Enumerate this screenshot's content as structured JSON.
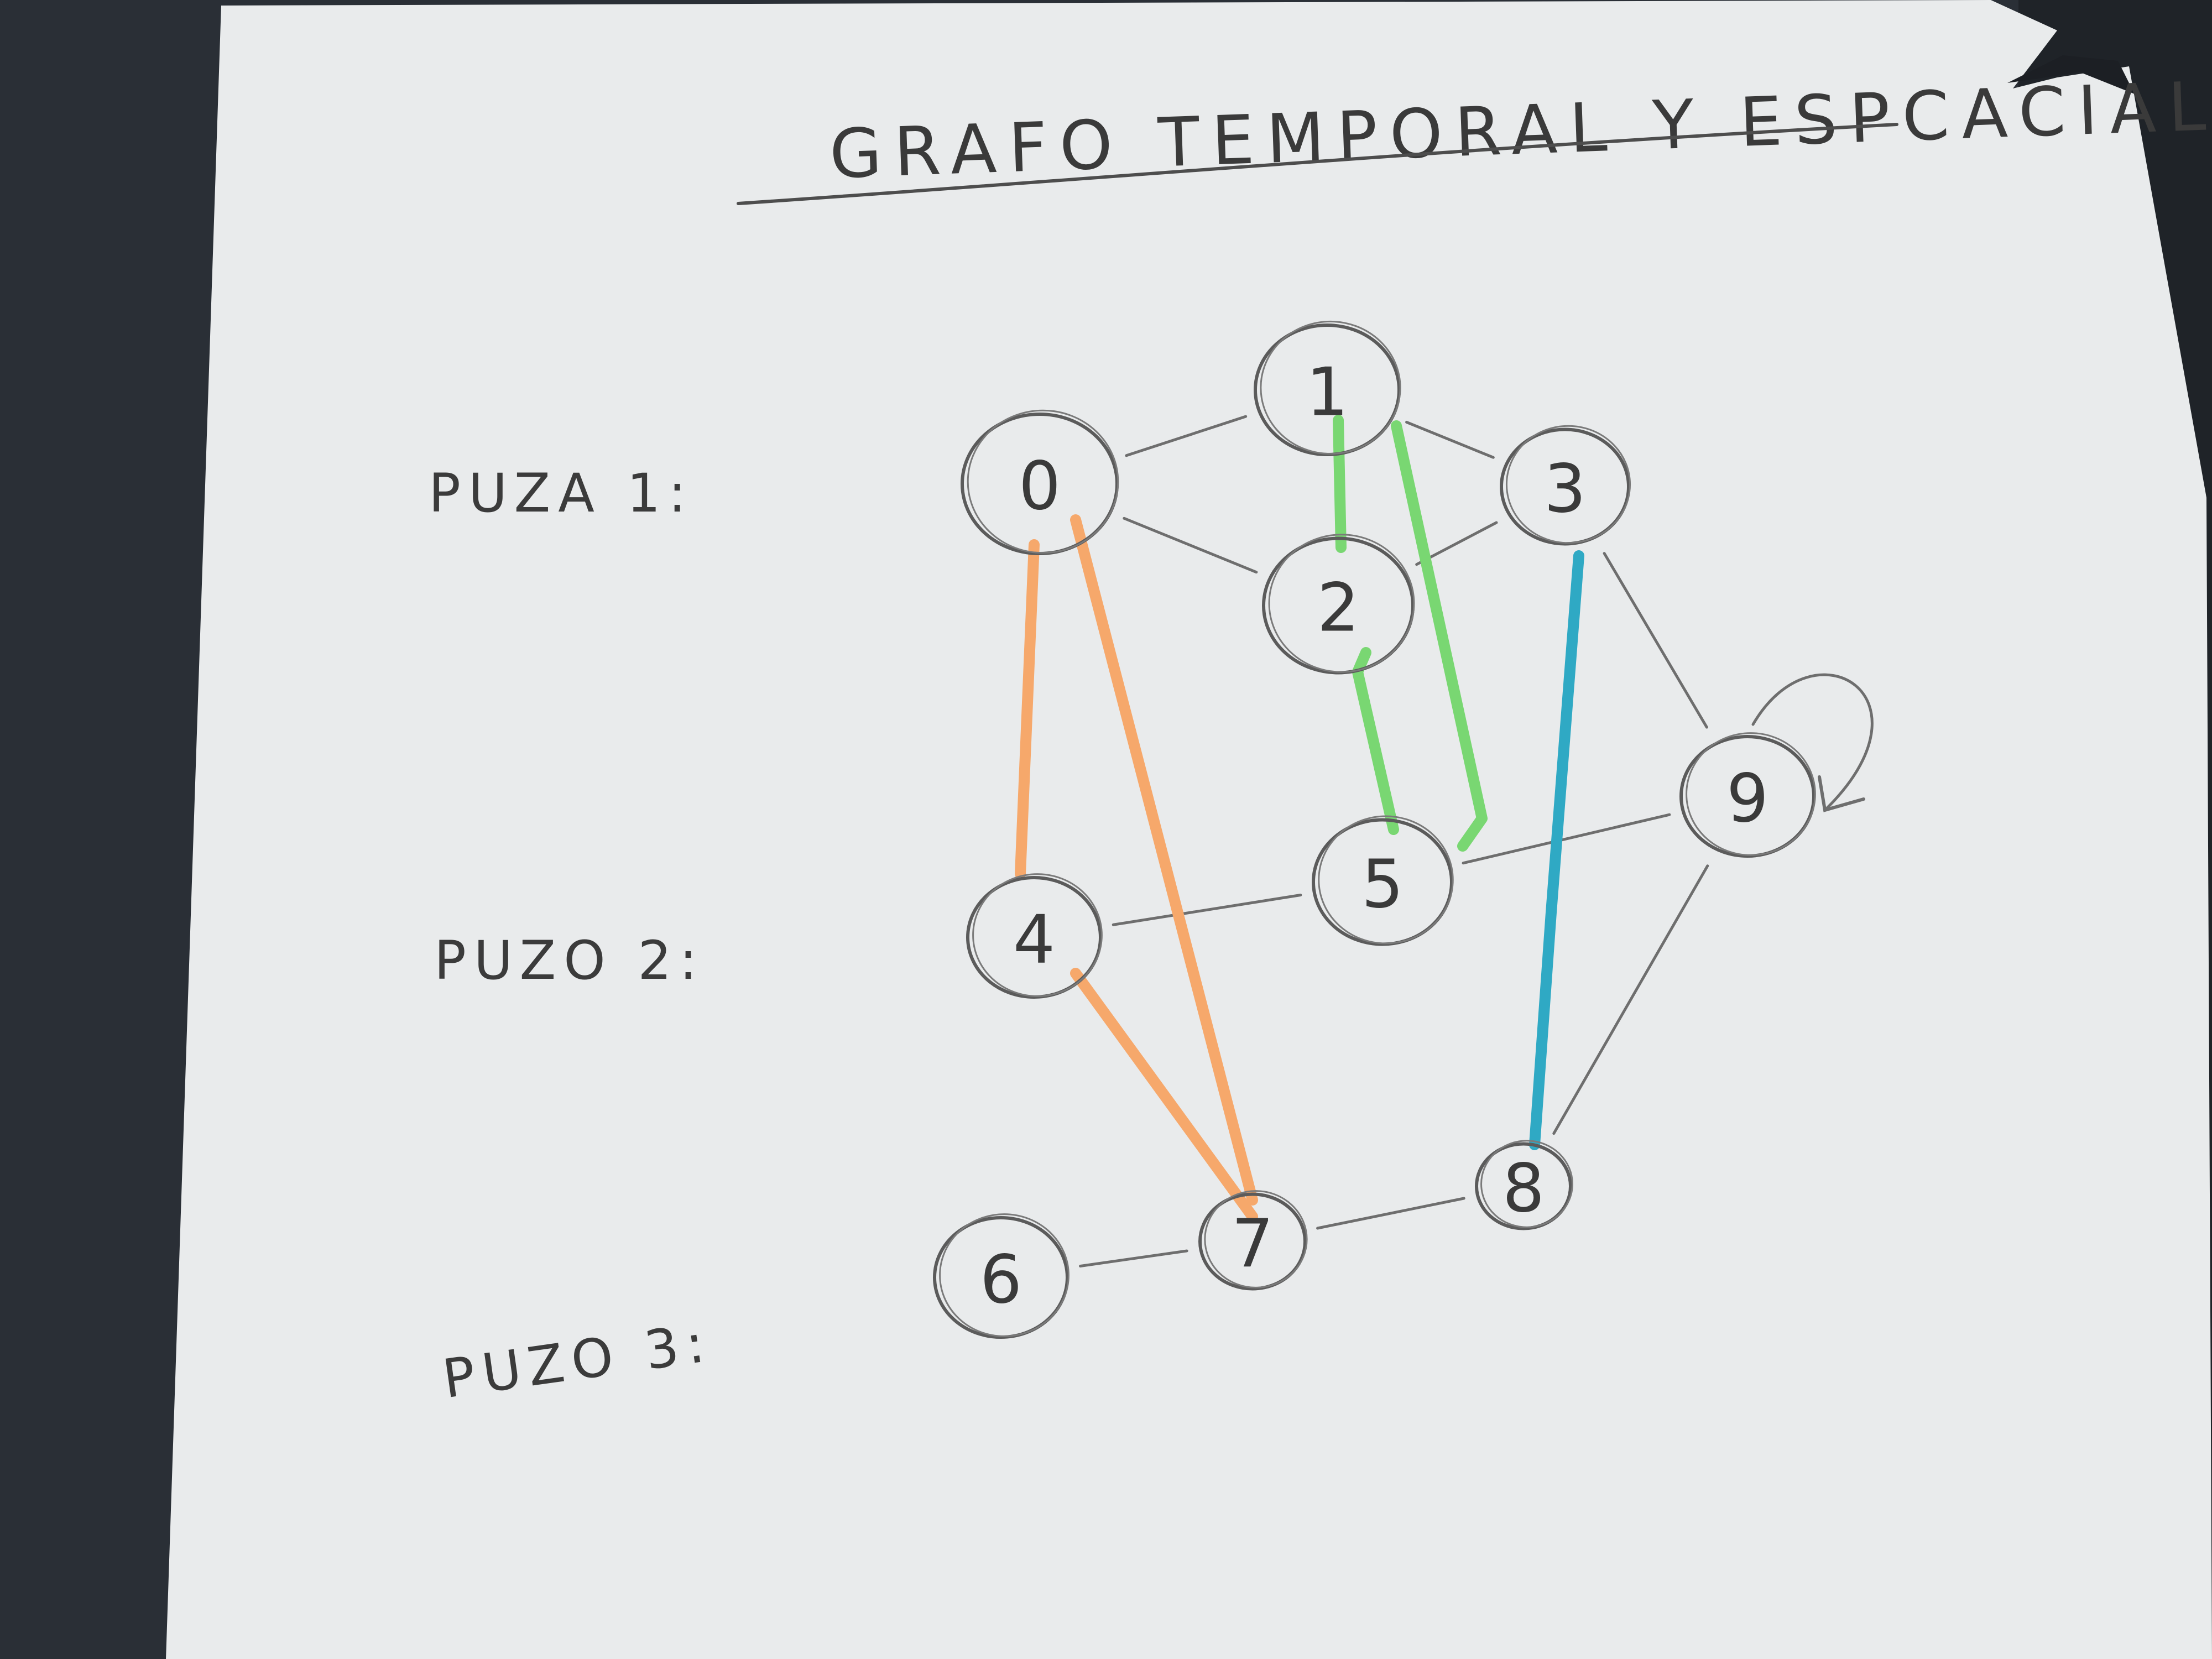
{
  "title": "GRAFO TEMPORAL Y ESPCACIAL",
  "rows": [
    {
      "label": "PUZA 1:"
    },
    {
      "label": "PUZO 2:"
    },
    {
      "label": "PUZO 3:"
    }
  ],
  "nodes": [
    {
      "id": "0",
      "label": "0"
    },
    {
      "id": "1",
      "label": "1"
    },
    {
      "id": "2",
      "label": "2"
    },
    {
      "id": "3",
      "label": "3"
    },
    {
      "id": "4",
      "label": "4"
    },
    {
      "id": "5",
      "label": "5"
    },
    {
      "id": "6",
      "label": "6"
    },
    {
      "id": "7",
      "label": "7"
    },
    {
      "id": "8",
      "label": "8"
    },
    {
      "id": "9",
      "label": "9"
    }
  ],
  "edges": [
    {
      "from": "0",
      "to": "1",
      "color": "gray"
    },
    {
      "from": "0",
      "to": "2",
      "color": "gray"
    },
    {
      "from": "1",
      "to": "3",
      "color": "gray"
    },
    {
      "from": "2",
      "to": "3",
      "color": "gray"
    },
    {
      "from": "3",
      "to": "9",
      "color": "gray"
    },
    {
      "from": "9",
      "to": "9",
      "color": "gray",
      "self_loop": true
    },
    {
      "from": "4",
      "to": "5",
      "color": "gray"
    },
    {
      "from": "5",
      "to": "9",
      "color": "gray"
    },
    {
      "from": "9",
      "to": "8",
      "color": "gray"
    },
    {
      "from": "6",
      "to": "7",
      "color": "gray"
    },
    {
      "from": "7",
      "to": "8",
      "color": "gray"
    },
    {
      "from": "0",
      "to": "4",
      "color": "orange"
    },
    {
      "from": "0",
      "to": "7",
      "color": "orange"
    },
    {
      "from": "4",
      "to": "7",
      "color": "orange"
    },
    {
      "from": "1",
      "to": "2",
      "color": "green"
    },
    {
      "from": "2",
      "to": "5",
      "color": "green"
    },
    {
      "from": "1",
      "to": "5",
      "color": "green"
    },
    {
      "from": "3",
      "to": "8",
      "color": "blue"
    }
  ],
  "colors": {
    "gray": "#6e6e6e",
    "orange": "#f6a86b",
    "green": "#79d772",
    "blue": "#2fa9c4",
    "paper": "#e9ebec",
    "background": "#2a2f36"
  }
}
